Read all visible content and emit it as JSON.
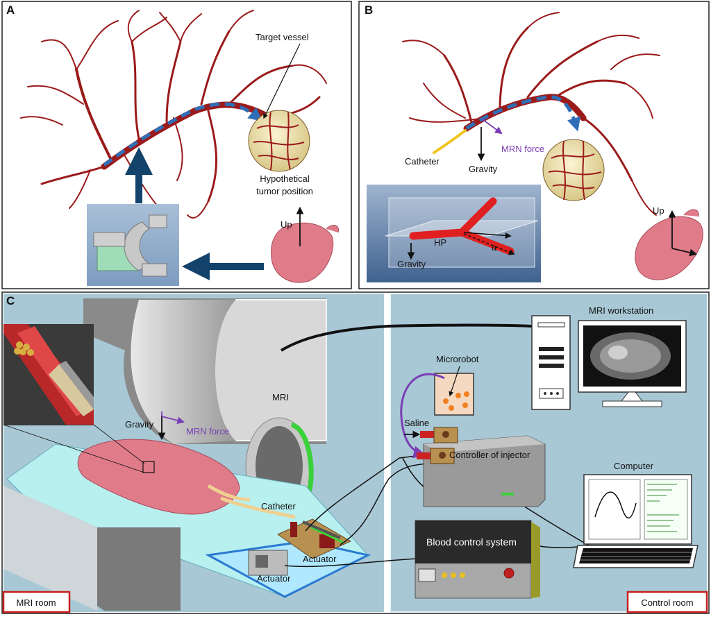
{
  "panels": {
    "A": {
      "letter": "A",
      "labels": {
        "target_vessel": "Target vessel",
        "tumor_line1": "Hypothetical",
        "tumor_line2": "tumor position",
        "up": "Up"
      }
    },
    "B": {
      "letter": "B",
      "labels": {
        "catheter": "Catheter",
        "gravity": "Gravity",
        "mrn_force": "MRN force",
        "up": "Up",
        "hp": "HP",
        "gravity_inset": "Gravity",
        "alpha": "α"
      }
    },
    "C": {
      "letter": "C",
      "labels": {
        "mri": "MRI",
        "gravity": "Gravity",
        "mrn_force": "MRN force",
        "catheter": "Catheter",
        "actuator_1": "Actuator",
        "actuator_2": "Actuator",
        "mri_workstation": "MRI workstation",
        "microrobot": "Microrobot",
        "saline": "Saline",
        "controller": "Controller of injector",
        "computer": "Computer",
        "blood_control": "Blood control system"
      },
      "rooms": {
        "mri_room": "MRI room",
        "control_room": "Control room"
      }
    }
  },
  "colors": {
    "vessel": "#9b1a1a",
    "path_dash": "#2f6fb8",
    "arrow_navy": "#13436b",
    "mrn_purple": "#7a3fb5",
    "room_bg": "#a8c8d6",
    "room_label_border": "#c81e1e",
    "pig": "#e07b8a",
    "tumor": "#f3e8b8"
  },
  "icons": [
    "c-arm-scanner-icon",
    "pig-model-icon",
    "tumor-sphere-icon",
    "computer-tower-icon",
    "monitor-icon",
    "laptop-icon",
    "beaker-icon"
  ]
}
